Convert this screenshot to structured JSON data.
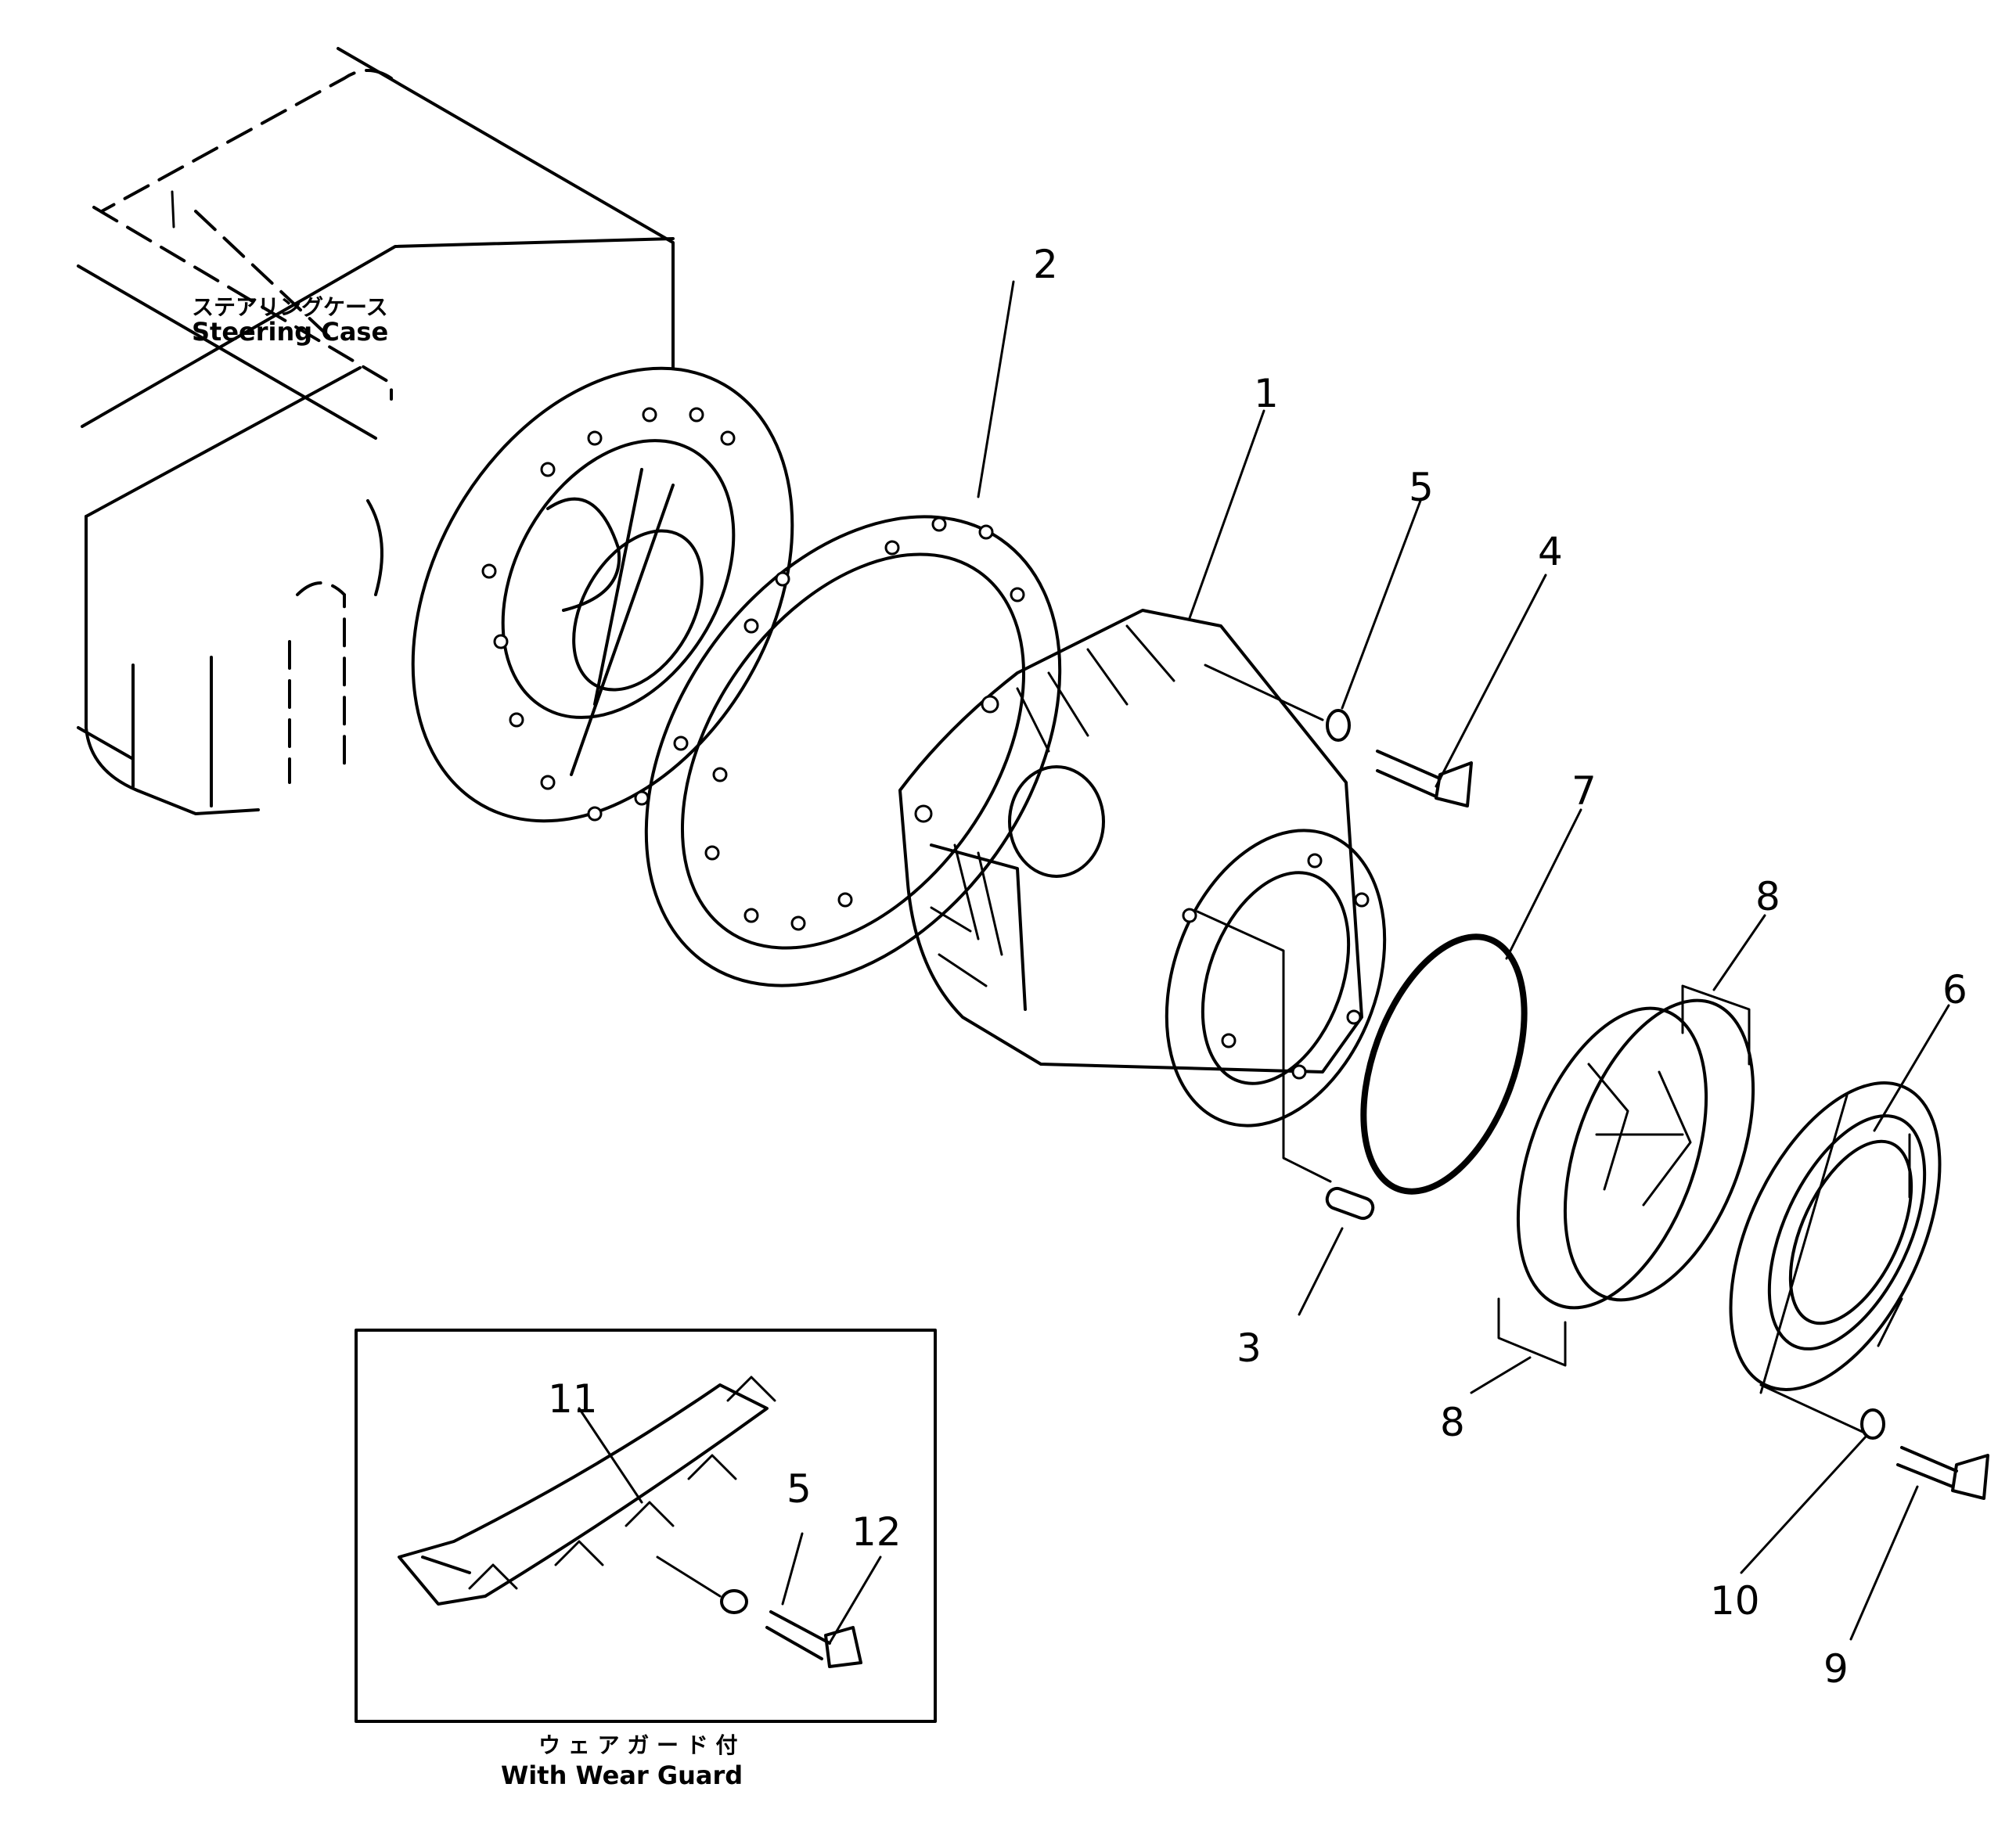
{
  "labels": {
    "steering_case_jp": "ステアリングケース",
    "steering_case_en": "Steering  Case",
    "wear_guard_jp": "ウ ェ ア ガ ー ド 付",
    "wear_guard_en": "With  Wear  Guard"
  },
  "callouts": {
    "p1": "1",
    "p2": "2",
    "p3": "3",
    "p4": "4",
    "p5": "5",
    "p5b": "5",
    "p6": "6",
    "p7": "7",
    "p8a": "8",
    "p8b": "8",
    "p9": "9",
    "p10": "10",
    "p11": "11",
    "p12": "12"
  }
}
